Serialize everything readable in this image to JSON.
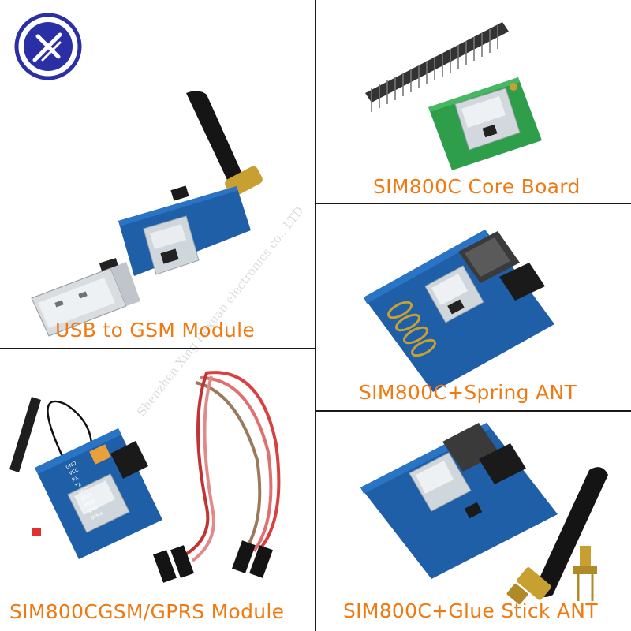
{
  "panels": {
    "usb_gsm": {
      "caption": "USB to GSM Module"
    },
    "core_board": {
      "caption": "SIM800C Core Board"
    },
    "spring_ant": {
      "caption": "SIM800C+Spring ANT"
    },
    "gprs_module": {
      "caption": "SIM800CGSM/GPRS Module"
    },
    "glue_stick": {
      "caption": "SIM800C+Glue Stick ANT"
    }
  },
  "watermark": {
    "text": "Shenzhen Xing Dexuan electronics co., LTD"
  },
  "pin_labels": [
    "GND",
    "VCC",
    "RX",
    "TX",
    "GND",
    "RTCP",
    "MINP",
    "SPKP",
    "SPKN"
  ],
  "colors": {
    "caption": "#f07a12",
    "pcb_blue": "#1f5fa8",
    "pcb_green": "#2e9e4a",
    "logo_blue": "#2b2fa6",
    "gold": "#c8a032"
  },
  "icons": [
    "brand-logo-icon"
  ]
}
